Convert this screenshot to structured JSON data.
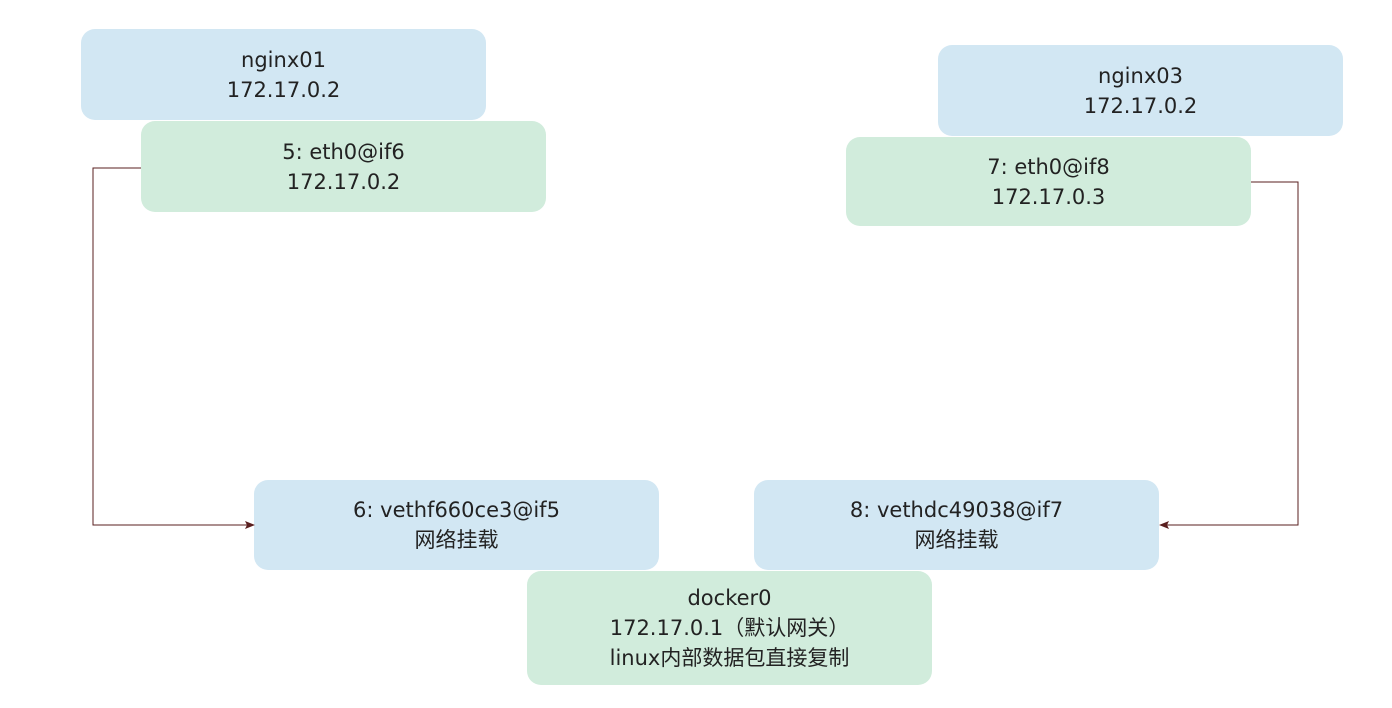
{
  "nodes": {
    "nginx01": {
      "name": "nginx01",
      "ip": "172.17.0.2"
    },
    "nginx01_eth": {
      "name": "5: eth0@if6",
      "ip": "172.17.0.2"
    },
    "nginx03": {
      "name": "nginx03",
      "ip": "172.17.0.2"
    },
    "nginx03_eth": {
      "name": "7: eth0@if8",
      "ip": "172.17.0.3"
    },
    "veth_left": {
      "name": "6: vethf660ce3@if5",
      "note": "网络挂载"
    },
    "veth_right": {
      "name": "8: vethdc49038@if7",
      "note": "网络挂载"
    },
    "docker0": {
      "name": "docker0",
      "line2": "172.17.0.1（默认网关）",
      "line3": "linux内部数据包直接复制"
    }
  },
  "colors": {
    "container_fill": "#d2e7f3",
    "interface_fill": "#d1ecdc",
    "connector": "#5a1f1f"
  }
}
